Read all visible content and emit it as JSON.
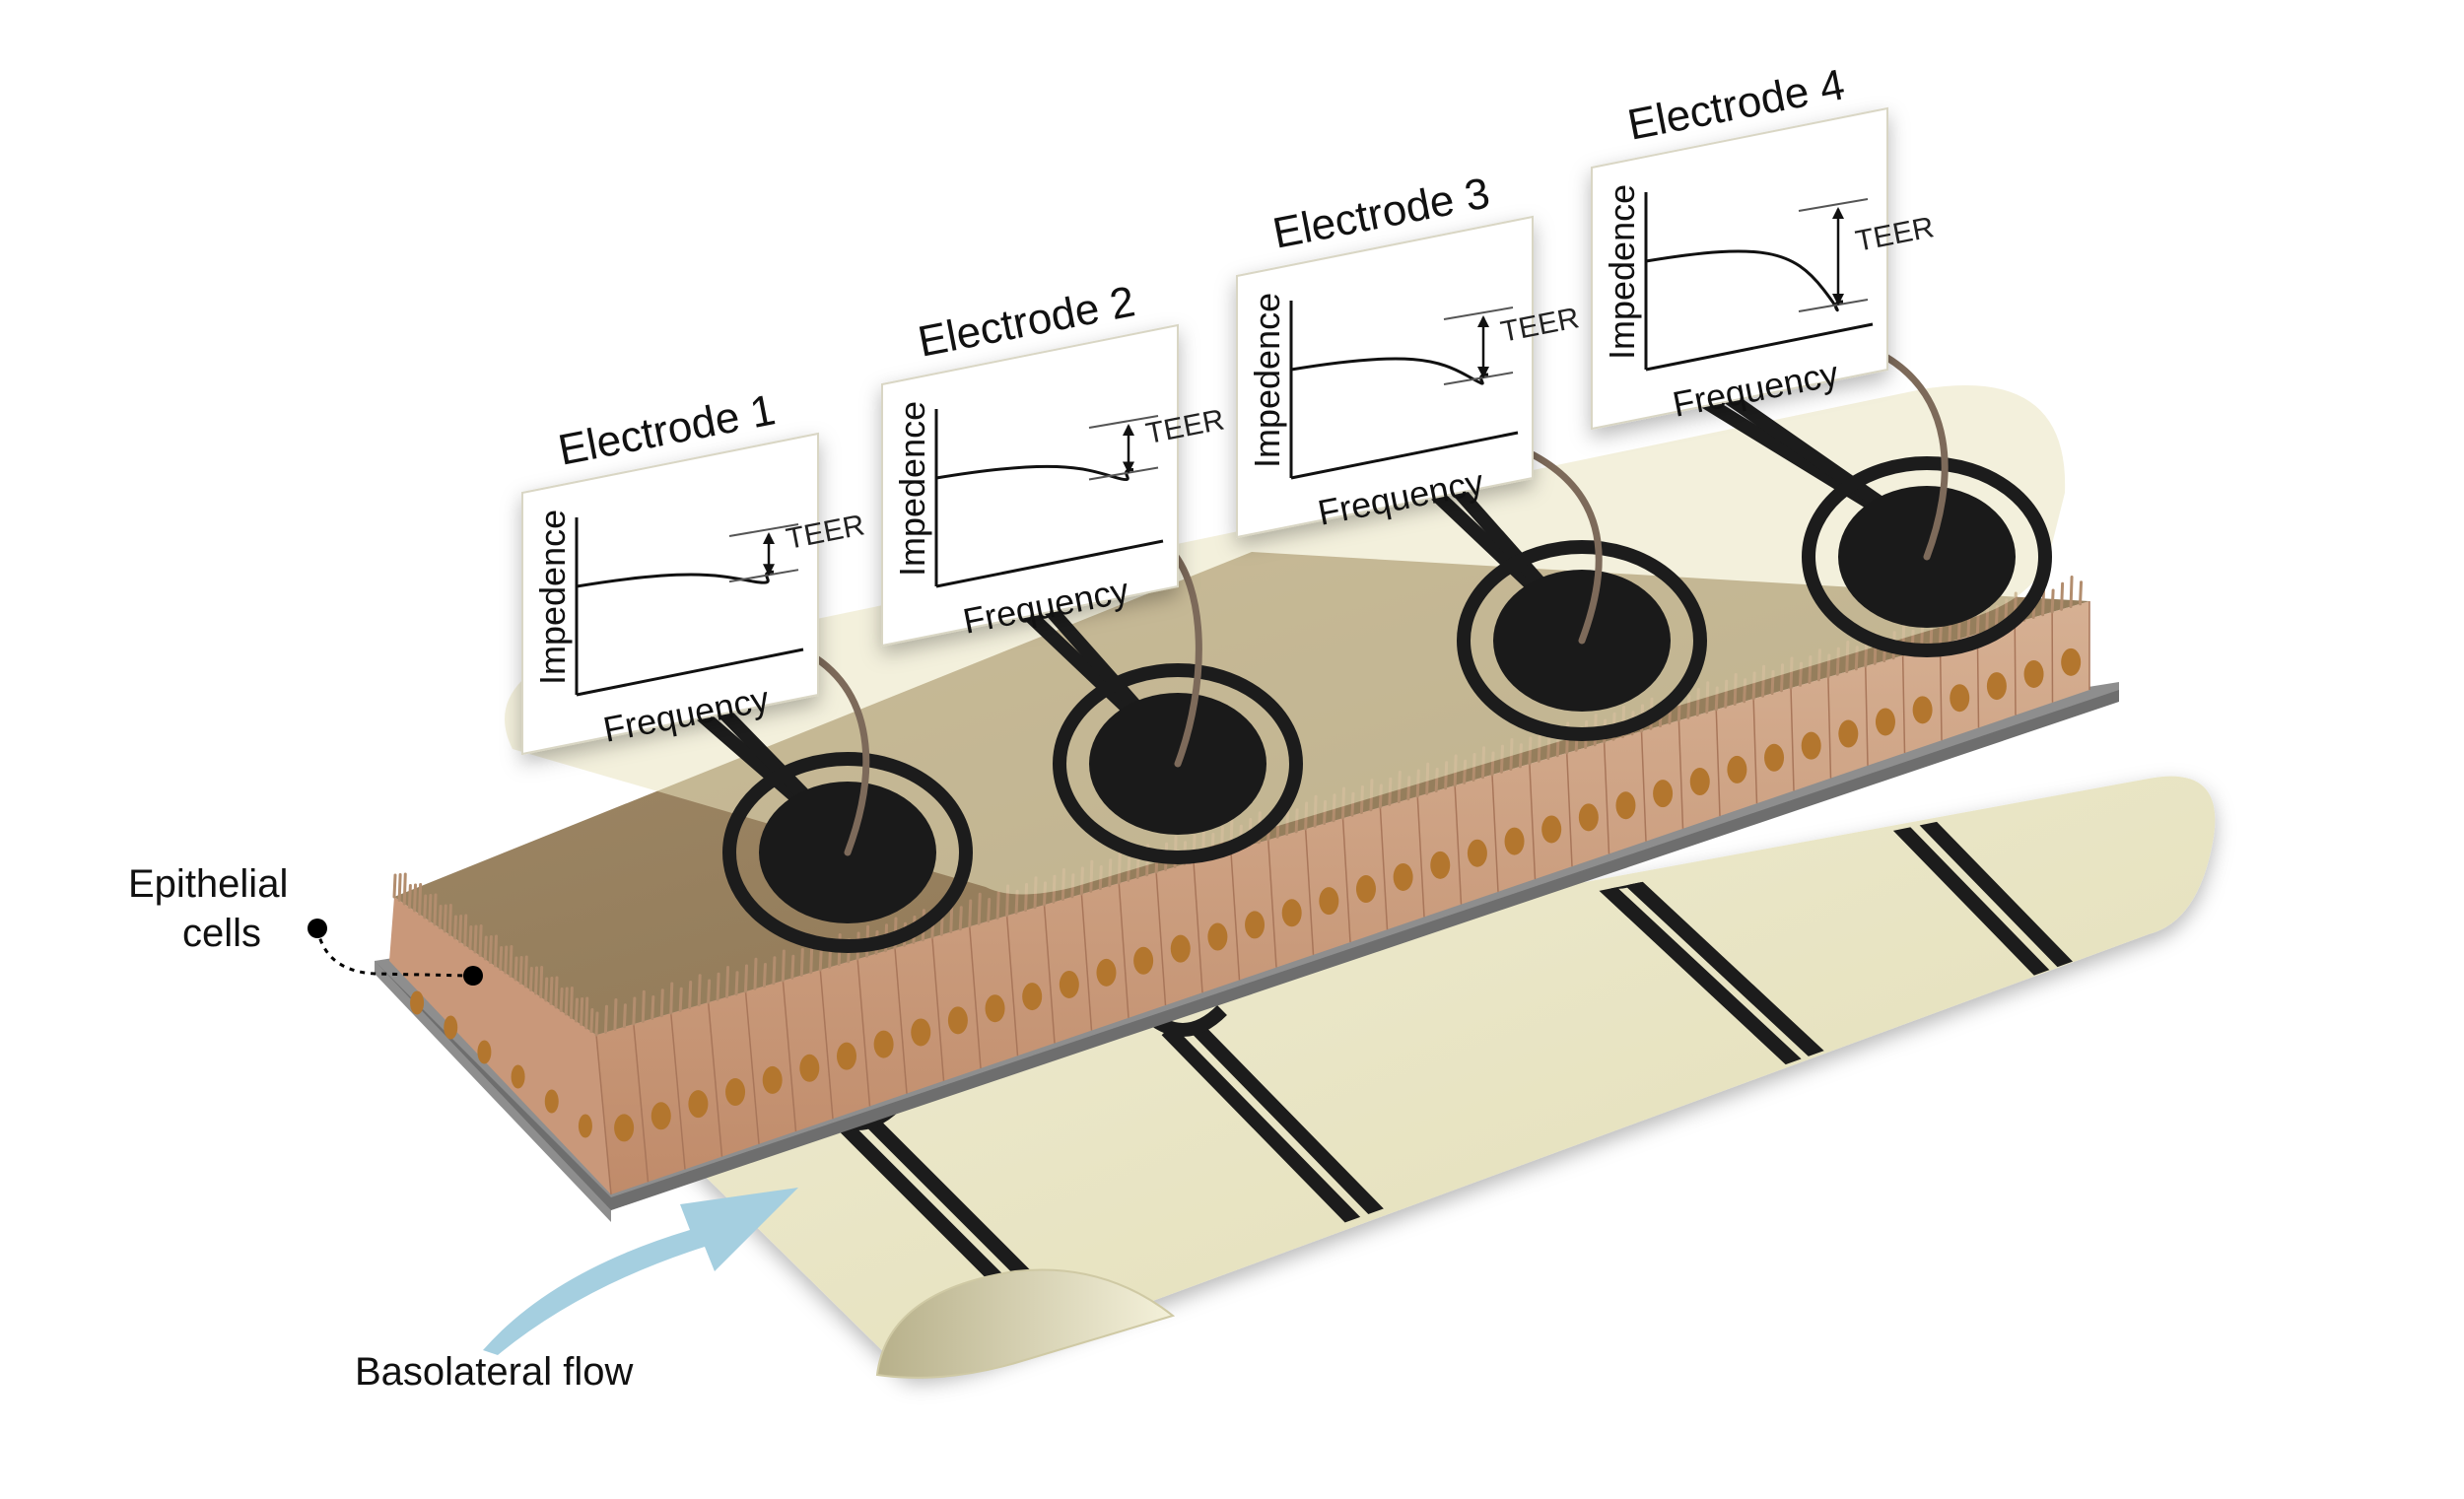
{
  "electrodes": [
    {
      "title": "Electrode 1",
      "ylabel": "Impedence",
      "xlabel": "Frequency",
      "marker": "TEER"
    },
    {
      "title": "Electrode 2",
      "ylabel": "Impedence",
      "xlabel": "Frequency",
      "marker": "TEER"
    },
    {
      "title": "Electrode 3",
      "ylabel": "Impedence",
      "xlabel": "Frequency",
      "marker": "TEER"
    },
    {
      "title": "Electrode 4",
      "ylabel": "Impedence",
      "xlabel": "Frequency",
      "marker": "TEER"
    }
  ],
  "labels": {
    "epithelial_line1": "Epithelial",
    "epithelial_line2": "cells",
    "basolateral": "Basolateral flow"
  },
  "colors": {
    "substrate": "#e9e5c4",
    "cell_layer": "#c59b7c",
    "nucleus": "#b3762e",
    "electrode": "#1c1c1c",
    "arrow": "#7d6a5a",
    "flow_arrow": "#a5cfe0",
    "membrane": "#8e8e8e"
  }
}
